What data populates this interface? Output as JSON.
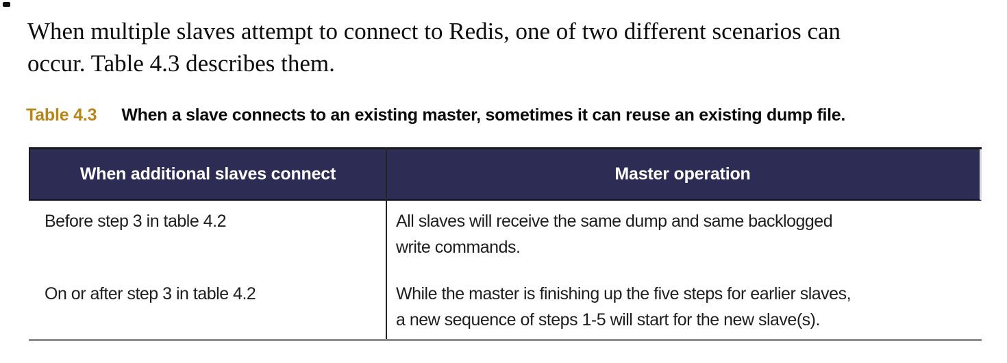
{
  "paragraph": {
    "lines": [
      "When multiple slaves attempt to connect to Redis, one of two different scenarios can",
      "occur. Table 4.3 describes them."
    ]
  },
  "caption": {
    "label": "Table 4.3",
    "text": "When a slave connects to an existing master, sometimes it can reuse an existing dump file."
  },
  "table": {
    "columns": [
      "When additional slaves connect",
      "Master operation"
    ],
    "rows": [
      {
        "when": "Before step 3 in table 4.2",
        "operation_lines": [
          "All slaves will receive the same dump and same backlogged",
          "write commands."
        ]
      },
      {
        "when": "On or after step 3 in table 4.2",
        "operation_lines": [
          "While the master is finishing up the five steps for earlier slaves,",
          "a new sequence of steps 1-5 will start for the new slave(s)."
        ]
      }
    ]
  },
  "colors": {
    "caption_label_gold": "#b6861c",
    "header_background_navy": "#2d2c54",
    "header_text": "#ffffff",
    "bottom_rule_gray": "#8d8d8d"
  }
}
